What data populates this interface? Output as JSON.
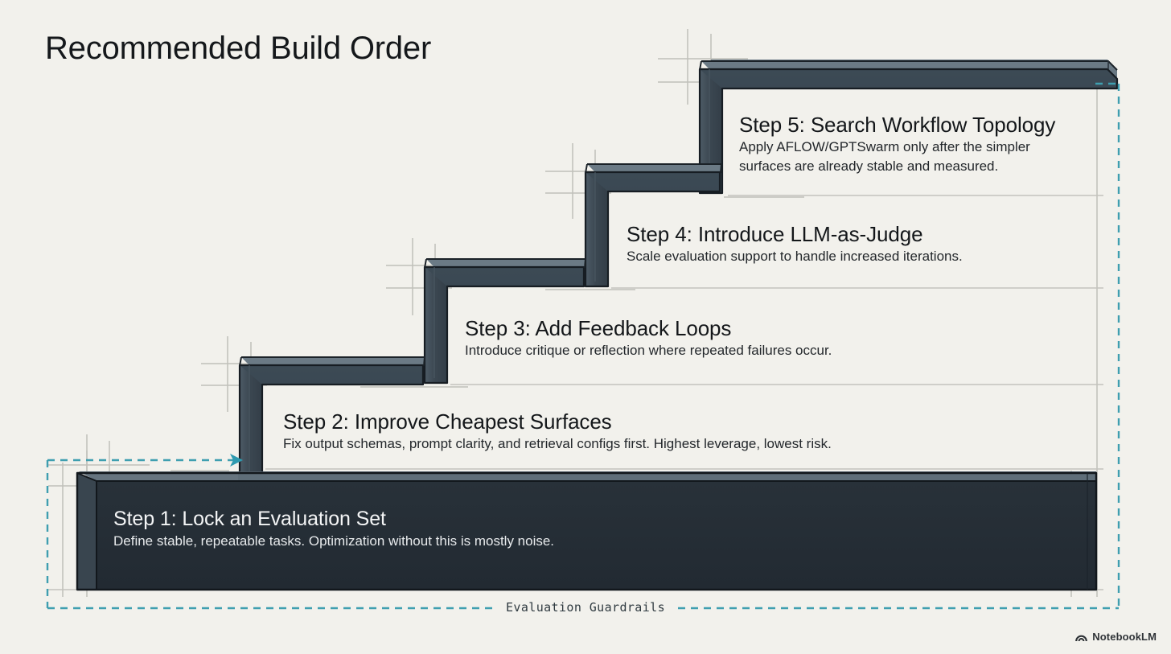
{
  "page": {
    "title": "Recommended Build Order",
    "background_color": "#f2f1ec",
    "watermark": "NotebookLM",
    "watermark_icon": "notebooklm-arc-icon"
  },
  "guardrails": {
    "label": "Evaluation Guardrails",
    "color": "#3f9fb0",
    "style": "dashed-boundary-box",
    "arrow_icon": "arrow-right-icon"
  },
  "palette": {
    "slab_top_bevel": "#5d6c77",
    "slab_body": "#38454f",
    "slab_edge_dark": "#1b2228",
    "step1_body": "#252e36",
    "guide_line": "#bcbcb6",
    "text_dark": "#14171a",
    "text_light": "#f4f5f6"
  },
  "steps": [
    {
      "id": "step-1",
      "title": "Step 1: Lock an Evaluation Set",
      "desc_lines": [
        "Define stable, repeatable tasks. Optimization without this is mostly noise."
      ],
      "tread_level": 1,
      "on_dark": true
    },
    {
      "id": "step-2",
      "title": "Step 2: Improve Cheapest Surfaces",
      "desc_lines": [
        "Fix output schemas, prompt clarity, and retrieval configs first. Highest leverage, lowest risk."
      ],
      "tread_level": 2,
      "on_dark": false
    },
    {
      "id": "step-3",
      "title": "Step 3: Add Feedback Loops",
      "desc_lines": [
        "Introduce critique or reflection where repeated failures occur."
      ],
      "tread_level": 3,
      "on_dark": false
    },
    {
      "id": "step-4",
      "title": "Step 4: Introduce LLM-as-Judge",
      "desc_lines": [
        "Scale evaluation support to handle increased iterations."
      ],
      "tread_level": 4,
      "on_dark": false
    },
    {
      "id": "step-5",
      "title": "Step 5: Search Workflow Topology",
      "desc_lines": [
        "Apply AFLOW/GPTSwarm only after the simpler",
        "surfaces are already stable and measured."
      ],
      "tread_level": 5,
      "on_dark": false
    }
  ]
}
